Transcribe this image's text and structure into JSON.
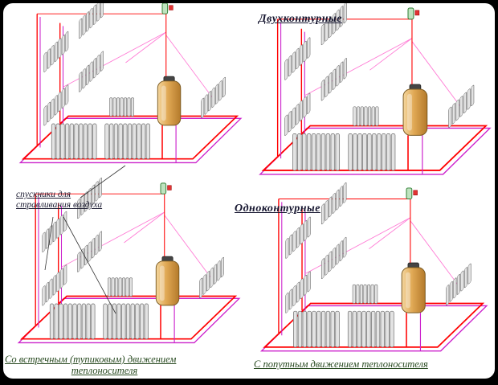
{
  "labels": {
    "title_double_circuit": "Двухконтурные",
    "title_single_circuit": "Одноконтурные",
    "annotation_line1": "спускники для",
    "annotation_line2": "стравливания воздуха",
    "caption_left_line1": "Со встречным (тупиковым) движением",
    "caption_left_line2": "теплоносителя",
    "caption_right": "С попутным движением теплоносителя"
  },
  "colors": {
    "supply_pipe_red": "#ff0000",
    "return_pipe_magenta": "#cc22cc",
    "air_line_pink": "#ff7bd5",
    "boiler_tan": "#e0a854",
    "radiator_gray": "#e3e3e3",
    "expansion_tank_green": "#2e7d32",
    "frame_black": "#000000",
    "panel_white": "#ffffff"
  }
}
